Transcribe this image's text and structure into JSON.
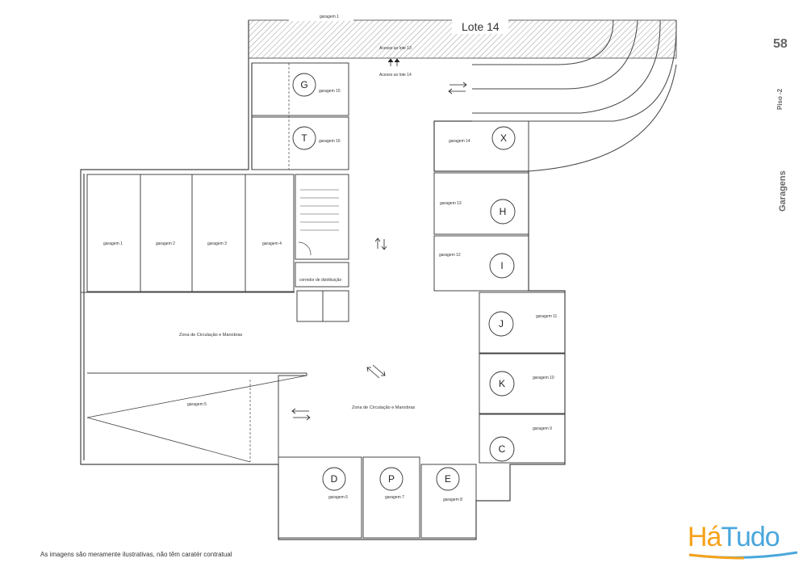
{
  "page_number": "58",
  "floor": "Piso -2",
  "section_title": "Garagens",
  "lote_label": "Lote 14",
  "access_top": "Acesso ao lote 13",
  "access_bottom": "Acesso ao lote 14",
  "top_small_label": "garagem 1",
  "corridor_label": "corredor de distribuição",
  "zone_label_left": "Zona de Circulação e Manobras",
  "zone_label_right": "Zona de Circulação e Manobras",
  "garages_plain": [
    {
      "id": "g1",
      "label": "garagem 1"
    },
    {
      "id": "g2",
      "label": "garagem 2"
    },
    {
      "id": "g3",
      "label": "garagem 3"
    },
    {
      "id": "g4",
      "label": "garagem 4"
    },
    {
      "id": "g5",
      "label": "garagem 5"
    }
  ],
  "garages_marked": [
    {
      "id": "g15",
      "label": "garagem 15",
      "letter": "G"
    },
    {
      "id": "g16",
      "label": "garagem 16",
      "letter": "T"
    },
    {
      "id": "g14",
      "label": "garagem 14",
      "letter": "X"
    },
    {
      "id": "g13",
      "label": "garagem 13",
      "letter": "H"
    },
    {
      "id": "g12",
      "label": "garagem 12",
      "letter": "I"
    },
    {
      "id": "g11",
      "label": "garagem 11",
      "letter": "J"
    },
    {
      "id": "g10",
      "label": "garagem 10",
      "letter": "K"
    },
    {
      "id": "g9",
      "label": "garagem 9",
      "letter": "C"
    },
    {
      "id": "g6",
      "label": "garagem 6",
      "letter": "D"
    },
    {
      "id": "g7",
      "label": "garagem 7",
      "letter": "P"
    },
    {
      "id": "g8",
      "label": "garagem 8",
      "letter": "E"
    }
  ],
  "disclaimer": "As imagens são meramente ilustrativas, não têm caratér contratual",
  "logo": {
    "part1": "Há",
    "part2": "Tudo",
    "color1": "#f6a21a",
    "color2": "#4aa7dc"
  }
}
